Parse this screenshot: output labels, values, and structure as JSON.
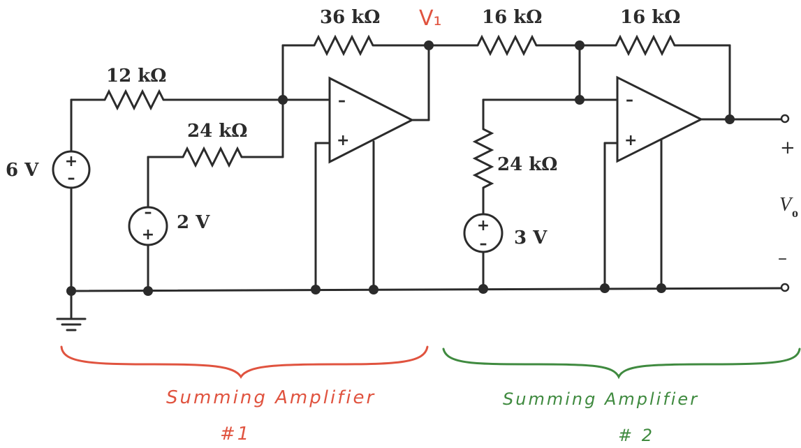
{
  "components": {
    "r1_label": "12 kΩ",
    "r2_label": "24 kΩ",
    "rf1_label": "36 kΩ",
    "r3_label": "16 kΩ",
    "rf2_label": "16 kΩ",
    "r4_label": "24 kΩ",
    "src_6v_label": "6 V",
    "src_2v_label": "2 V",
    "src_3v_label": "3 V",
    "node_v1_label": "V₁"
  },
  "output": {
    "plus": "+",
    "minus": "–",
    "label": "V",
    "label_sub": "o"
  },
  "annotations": {
    "amp1_title": "Summing Amplifier",
    "amp1_number": "#1",
    "amp1_color": "#e0533f",
    "amp2_title": "Summing Amplifier",
    "amp2_number": "# 2",
    "amp2_color": "#3f8a3f"
  }
}
